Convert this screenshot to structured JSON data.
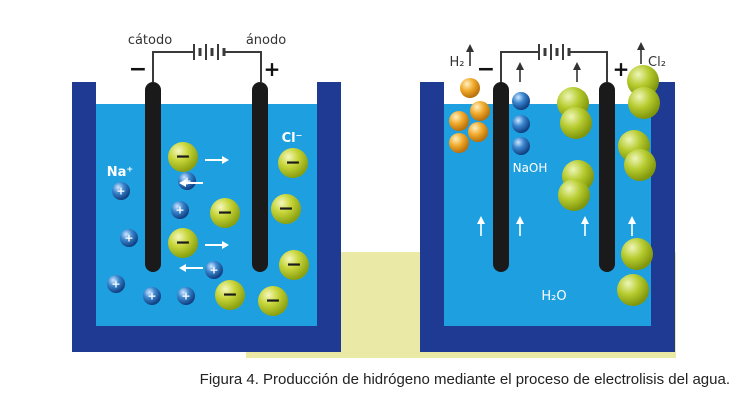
{
  "colors": {
    "tank_wall": "#1f3a93",
    "water": "#1ea0e0",
    "electrode": "#1a1a1a",
    "wire": "#3a3a3a",
    "anion_ball": "#a7bd1e",
    "sodium_ball": "#1d6fb0",
    "hydrogen_ball": "#e6a21a",
    "chlorine_ball": "#a9c21c",
    "hydroxide_ball": "#2b78c2",
    "background_panel": "#eaeaa6",
    "arrow": "#ffffff"
  },
  "left_cell": {
    "cathode_label": "cátodo",
    "anode_label": "ánodo",
    "cathode_sign": "−",
    "anode_sign": "+",
    "cation_label": "Na⁺",
    "anion_label": "Cl⁻",
    "cation_sign": "+",
    "anion_sign": "−"
  },
  "right_cell": {
    "cathode_sign": "−",
    "anode_sign": "+",
    "hydrogen_label": "H₂",
    "chlorine_label": "Cl₂",
    "hydroxide_label": "NaOH",
    "water_label": "H₂O"
  },
  "caption": "Figura 4. Producción de hidrógeno mediante el proceso de electrolisis del agua."
}
